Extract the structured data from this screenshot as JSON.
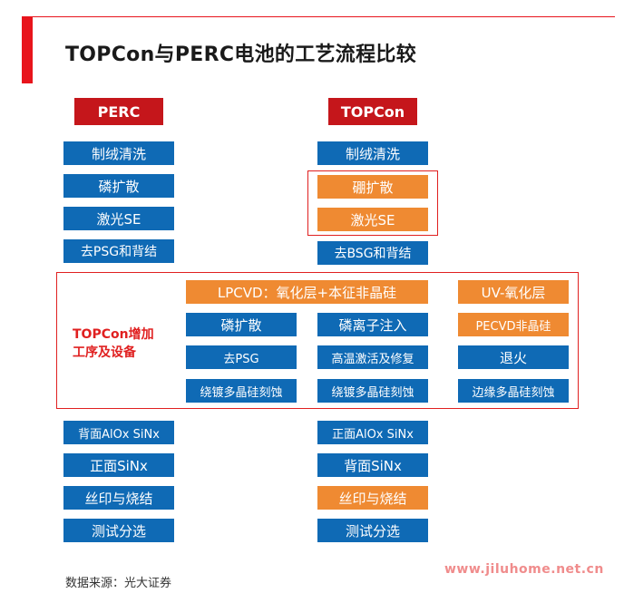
{
  "title": "TOPCon与PERC电池的工艺流程比较",
  "perc": {
    "header": "PERC",
    "steps": [
      "制绒清洗",
      "磷扩散",
      "激光SE",
      "去PSG和背结",
      "背面AlOx SiNx",
      "正面SiNx",
      "丝印与烧结",
      "测试分选"
    ]
  },
  "topcon": {
    "header": "TOPCon",
    "steps_top": [
      "制绒清洗",
      "硼扩散",
      "激光SE",
      "去BSG和背结"
    ],
    "steps_bottom": [
      "正面AlOx SiNx",
      "背面SiNx",
      "丝印与烧结",
      "测试分选"
    ]
  },
  "added": {
    "label_line1": "TOPCon增加",
    "label_line2": "工序及设备",
    "lpcvd_header": "LPCVD：氧化层+本征非晶硅",
    "lpcvd_col1": [
      "磷扩散",
      "去PSG",
      "绕镀多晶硅刻蚀"
    ],
    "lpcvd_col2": [
      "磷离子注入",
      "高温激活及修复",
      "绕镀多晶硅刻蚀"
    ],
    "uv_header": "UV-氧化层",
    "uv_col": [
      "PECVD非晶硅",
      "退火",
      "边缘多晶硅刻蚀"
    ]
  },
  "source": "数据来源：光大证券",
  "watermark": "www.jiluhome.net.cn",
  "colors": {
    "blue": "#0f6ab5",
    "orange": "#ef8a32",
    "red": "#c5161b",
    "accent": "#e8141c"
  }
}
